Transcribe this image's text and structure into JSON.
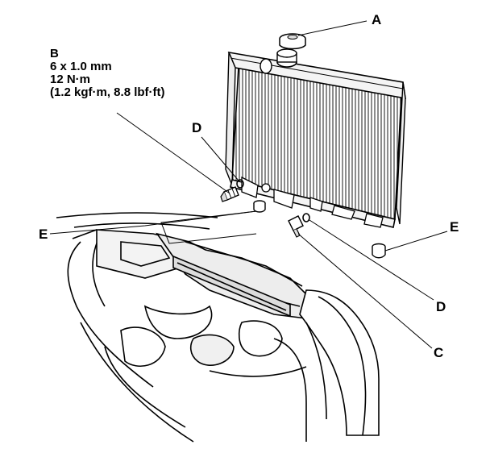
{
  "callouts": {
    "a": "A",
    "b": "B",
    "c": "C",
    "d_upper": "D",
    "d_lower": "D",
    "e_left": "E",
    "e_right": "E"
  },
  "torque_spec": {
    "size": "6 x 1.0 mm",
    "torque_nm": "12 N·m",
    "torque_alt": "(1.2 kgf·m, 8.8 lbf·ft)"
  },
  "colors": {
    "line": "#000000",
    "background": "#ffffff",
    "shade": "#e6e6e6"
  }
}
